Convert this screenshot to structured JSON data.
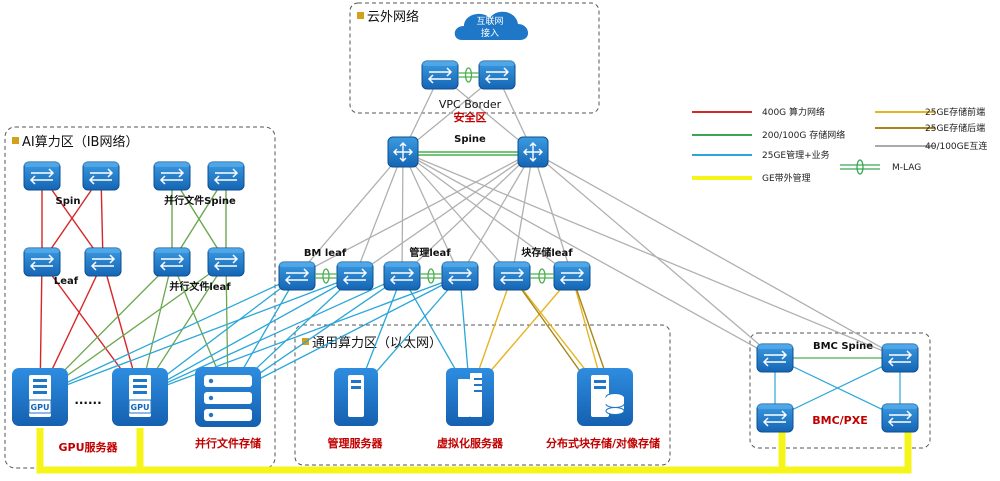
{
  "zones": {
    "cloud": "云外网络",
    "ai": "AI算力区（IB网络）",
    "general": "通用算力区（以太网）"
  },
  "labels": {
    "internet": [
      "互联网",
      "接入"
    ],
    "vpc_border": "VPC Border",
    "security_zone": "安全区",
    "spine": "Spine",
    "bm_leaf": "BM leaf",
    "mgmt_leaf": "管理leaf",
    "block_leaf": "块存储leaf",
    "ib_spin": "Spin",
    "pfs_spine": "并行文件Spine",
    "ib_leaf": "Leaf",
    "pfs_leaf": "并行文件leaf",
    "ellipsis": "......",
    "gpu_chip": "GPU",
    "gpu_servers": "GPU服务器",
    "pfs_storage": "并行文件存储",
    "mgmt_servers": "管理服务器",
    "virt_servers": "虚拟化服务器",
    "dist_storage": "分布式块存储/对像存储",
    "bmc_spine": "BMC Spine",
    "bmc_pxe": "BMC/PXE"
  },
  "legend": [
    {
      "label": "400G 算力网络",
      "color": "#d62728",
      "type": "line"
    },
    {
      "label": "25GE存储前端",
      "color": "#e6b422",
      "type": "line"
    },
    {
      "label": "25GE存储后端",
      "color": "#a8861a",
      "type": "line"
    },
    {
      "label": "200/100G 存储网络",
      "color": "#3aa655",
      "type": "line"
    },
    {
      "label": "40/100GE互连",
      "color": "#aaaaaa",
      "type": "line"
    },
    {
      "label": "25GE管理+业务",
      "color": "#2aa7d8",
      "type": "line"
    },
    {
      "label": "M-LAG",
      "color": "#3aa655",
      "type": "mlag"
    },
    {
      "label": "GE带外管理",
      "color": "#f5f51a",
      "type": "line"
    }
  ],
  "colors": {
    "device": "#1f77c7",
    "ib": "#d62728",
    "storage_net": "#6aa84f",
    "interconnect": "#b0b0b0",
    "mgmt": "#2aa7d8",
    "storage_front": "#e6b422",
    "storage_back": "#a8861a",
    "oob": "#f5f51a"
  }
}
